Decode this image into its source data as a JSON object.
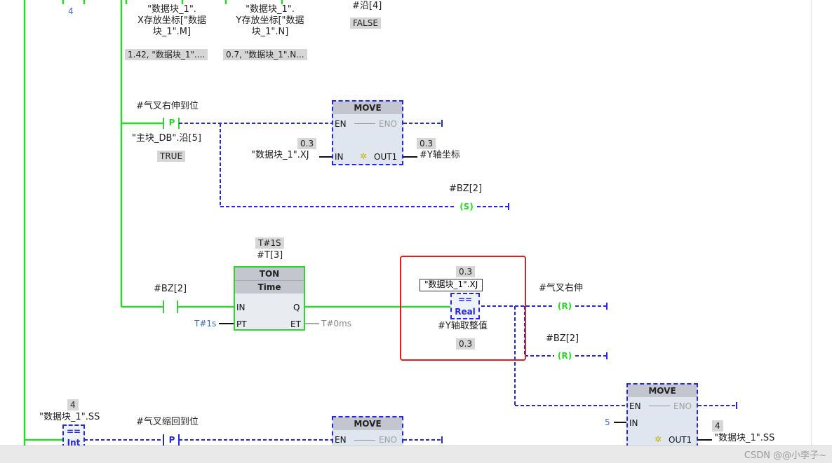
{
  "network1": {
    "top_number": "4",
    "x_store_label": "\"数据块_1\".\nX存放坐标[\"数据\n块_1\".M]",
    "y_store_label": "\"数据块_1\".\nY存放坐标[\"数据\n块_1\".N]",
    "x_store_value": "1.42, \"数据块_1\"....",
    "y_store_value": "0.7, \"数据块_1\".N...",
    "edge4_label": "#沿[4]",
    "edge4_value": "FALSE"
  },
  "network2": {
    "contact_label": "#气叉右伸到位",
    "contact_symbol": "P",
    "edge_label": "\"主块_DB\".沿[5]",
    "edge_value": "TRUE",
    "move_title": "MOVE",
    "en": "EN",
    "eno": "ENO",
    "in": "IN",
    "out1": "OUT1",
    "in_value": "0.3",
    "in_operand": "\"数据块_1\".XJ",
    "out_value": "0.3",
    "out_operand": "#Y轴坐标",
    "set_label": "#BZ[2]",
    "set_symbol": "S"
  },
  "network3": {
    "timer_preset": "T#1S",
    "timer_instance": "#T[3]",
    "ton_title": "TON",
    "ton_sub": "Time",
    "ton_in": "IN",
    "ton_q": "Q",
    "ton_pt": "PT",
    "ton_et": "ET",
    "pt_value": "T#1s",
    "et_value": "T#0ms",
    "contact_label": "#BZ[2]",
    "cmp_top_value": "0.3",
    "cmp_top_operand": "\"数据块_1\".XJ",
    "cmp_op": "==",
    "cmp_type": "Real",
    "cmp_bottom_operand": "#Y轴取整值",
    "cmp_bottom_value": "0.3",
    "reset1_label": "#气叉右伸",
    "reset1_symbol": "R",
    "reset2_label": "#BZ[2]",
    "reset2_symbol": "R",
    "move_title": "MOVE",
    "move_en": "EN",
    "move_eno": "ENO",
    "move_in": "IN",
    "move_out1": "OUT1",
    "move_in_value": "5",
    "move_out_value": "4",
    "move_out_operand": "\"数据块_1\".SS"
  },
  "network4": {
    "cmp_value": "4",
    "cmp_operand": "\"数据块_1\".SS",
    "cmp_op": "==",
    "cmp_type": "Int",
    "contact_label": "#气叉缩回到位",
    "contact_symbol": "P",
    "move_title": "MOVE",
    "en": "EN",
    "eno": "ENO"
  },
  "watermark": "CSDN @@小李子~",
  "colors": {
    "power_flow": "#2dd52d",
    "no_flow": "#2828d6",
    "highlight": "#e02020"
  }
}
